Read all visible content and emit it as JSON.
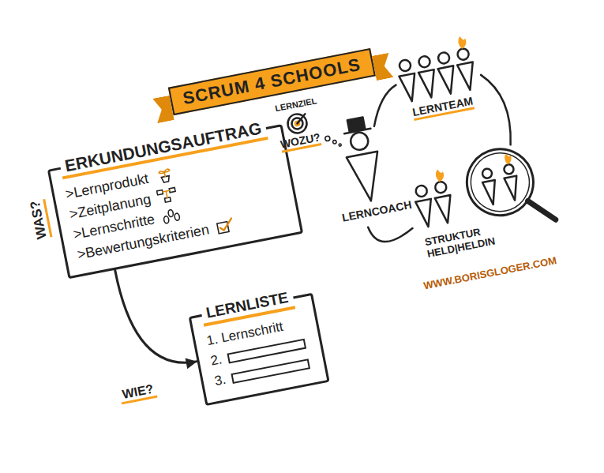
{
  "diagram": {
    "title": "SCRUM 4 SCHOOLS",
    "nodes": [
      {
        "text": [
          "ERKUNDUNGSAUFTRAG",
          ">Lernprodukt",
          ">Zeitplanung",
          ">Lernschritte",
          ">Bewertungskriterien"
        ]
      },
      {
        "text": [
          "LERNLISTE",
          "1. Lernschritt",
          "2.",
          "3."
        ]
      }
    ],
    "edges": [
      {
        "from": 0,
        "to": 1,
        "arrow": "to",
        "label": "WIE?"
      }
    ],
    "labels": [
      "WAS?",
      "LERNZIEL",
      "WOZU?",
      "LERNCOACH",
      "LERNTEAM",
      "STRUKTUR HELD|HELDIN",
      "WWW.BORISGLOGER.COM"
    ]
  }
}
